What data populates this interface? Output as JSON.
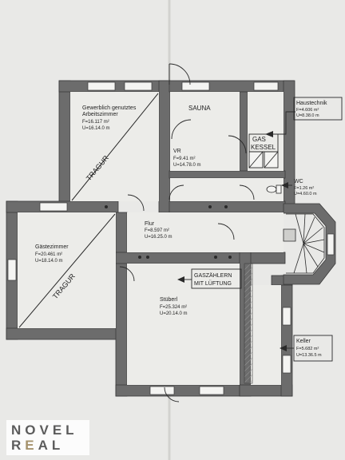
{
  "rooms": {
    "gewerbe": {
      "name1": "Gewerblich genutztes",
      "name2": "Arbeitszimmer",
      "area": "F=16.117 m²",
      "perimeter": "U=16.14.0 m",
      "slope_note": "TRAGUR"
    },
    "sauna": {
      "name": "SAUNA"
    },
    "haustechnik": {
      "name": "Haustechnik",
      "area": "F=4.606 m²",
      "perimeter": "U=8.38.0 m"
    },
    "gaskessel": {
      "name1": "GAS",
      "name2": "KESSEL"
    },
    "vr": {
      "name": "VR",
      "area": "F=9.41 m²",
      "perimeter": "U=14.78.0 m"
    },
    "wc": {
      "name": "WC",
      "area": "F=1.26 m²",
      "perimeter": "U=4.60.0 m"
    },
    "flur": {
      "name": "Flur",
      "area": "F=8.597 m²",
      "perimeter": "U=16.25.0 m"
    },
    "gaeste": {
      "name": "Gästezimmer",
      "area": "F=20.461 m²",
      "perimeter": "U=18.14.0 m",
      "slope_note": "TRAGUR"
    },
    "gaszaehler": {
      "name1": "GASZÄHLERN",
      "name2": "MIT LÜFTUNG"
    },
    "stueberl": {
      "name": "Stüberl",
      "area": "F=25.324 m²",
      "perimeter": "U=20.14.0 m"
    },
    "keller": {
      "name": "Keller",
      "area": "F=5.682 m²",
      "perimeter": "U=13.36.5 m"
    }
  },
  "logo": {
    "part1": "NOVEL",
    "part2a": "R",
    "part2b": "E",
    "part2c": "AL"
  },
  "colors": {
    "wall": "#6c6c6c",
    "wall_edge": "#3a3a3a",
    "floor": "#ecece9",
    "paper": "#e9e9e7",
    "logo_accent": "#a5926c"
  }
}
